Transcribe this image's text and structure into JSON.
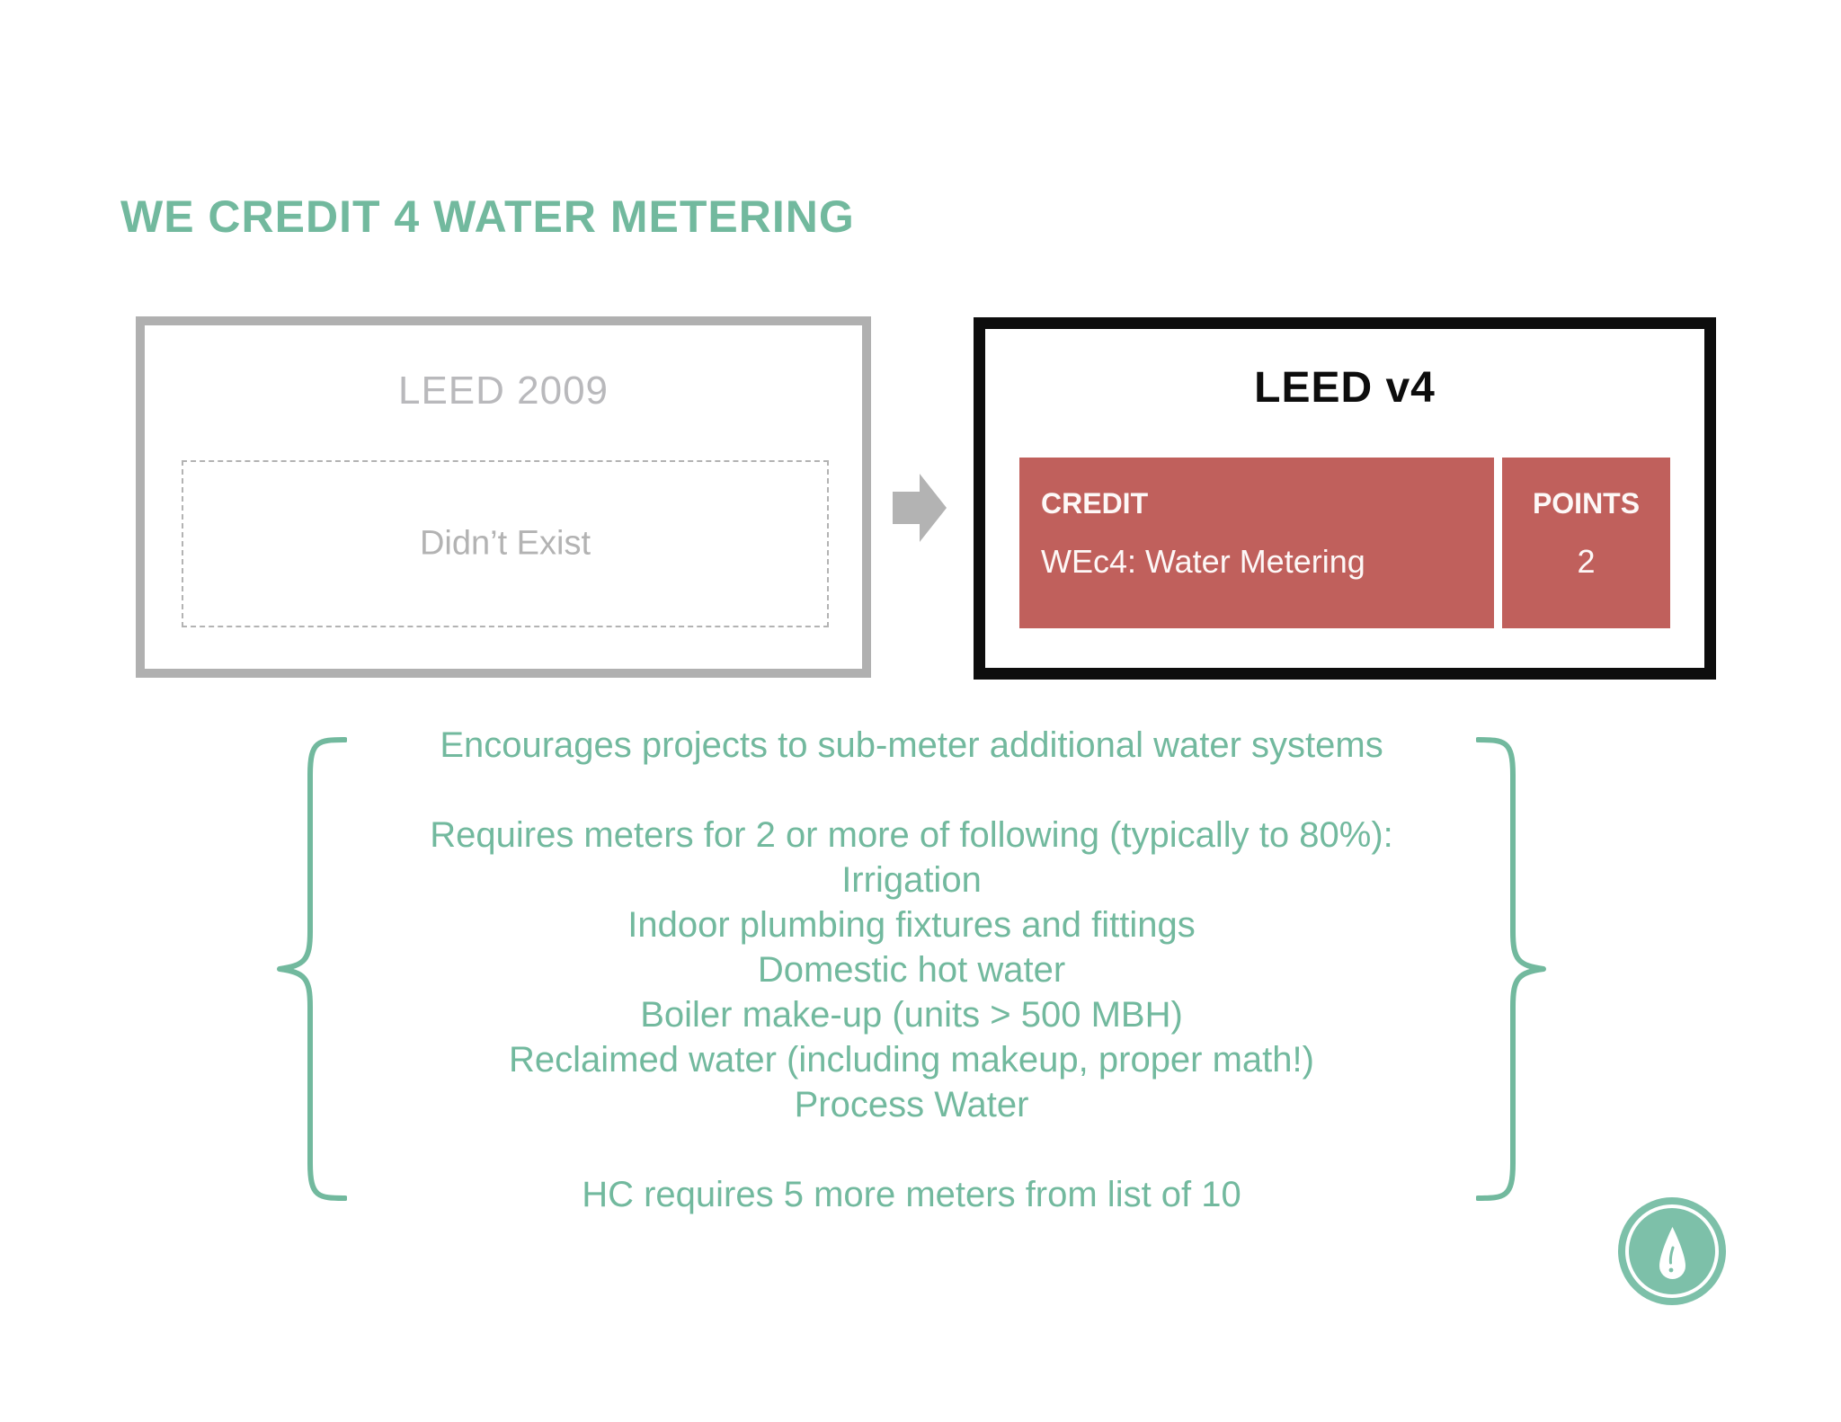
{
  "title": {
    "prefix": "WE CREDIT 4 ",
    "emphasis": "WATER METERING"
  },
  "leed2009": {
    "heading": "LEED 2009",
    "placeholder": "Didn’t Exist"
  },
  "leedv4": {
    "heading": "LEED v4",
    "table": {
      "credit_header": "CREDIT",
      "credit_value": "WEc4: Water Metering",
      "points_header": "POINTS",
      "points_value": "2"
    }
  },
  "notes": {
    "lines": [
      "Encourages projects to sub-meter additional water systems",
      "Requires meters for 2 or more of following (typically to 80%):",
      "Irrigation",
      "Indoor plumbing fixtures and fittings",
      "Domestic hot water",
      "Boiler make-up (units > 500 MBH)",
      "Reclaimed water (including makeup, proper math!)",
      "Process Water",
      "HC requires 5 more meters from list of 10"
    ]
  },
  "colors": {
    "accent_teal": "#72b99e",
    "table_red": "#c0605c",
    "muted_gray": "#b3b3b3",
    "border_black": "#0d0d0d",
    "logo_teal": "#7dc0a9"
  }
}
